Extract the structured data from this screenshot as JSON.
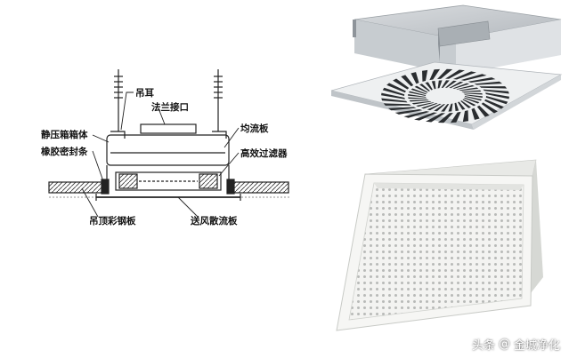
{
  "diagram": {
    "labels": {
      "hanger_ear": "吊耳",
      "flange_port": "法兰接口",
      "plenum_box": "静压箱箱体",
      "rubber_seal": "橡胶密封条",
      "diffuser_plate": "均流板",
      "hepa_filter": "高效过滤器",
      "ceiling_panel": "吊顶彩钢板",
      "supply_diffuser_plate": "送风散流板"
    }
  },
  "watermark": {
    "source": "头条",
    "at": "@",
    "author": "金城净化"
  },
  "colors": {
    "line": "#222222",
    "metal_light": "#e6e8ea",
    "metal_mid": "#c4c8cc",
    "metal_dark": "#8e949a",
    "perforated": "#f2f2f0"
  }
}
